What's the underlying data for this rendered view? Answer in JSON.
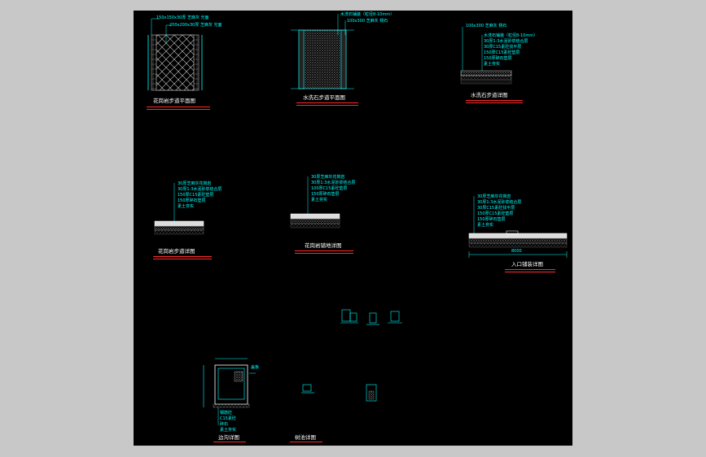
{
  "colors": {
    "background": "#000000",
    "page_border": "#c8c8c8",
    "linework": "#00ffff",
    "text": "#ffffff",
    "title_underline": "#ff2a2a",
    "hatch": "#d0d0d0"
  },
  "panel_a": {
    "title": "花岗岩步道平面图",
    "notes": [
      "150x150x30厚 芝麻灰 光面",
      "200x200x30厚 芝麻灰 光面"
    ]
  },
  "panel_b": {
    "title": "水洗石步道平面图",
    "notes": [
      "水洗石铺装（粒径8-10mm）",
      "100x300 芝麻灰 侧石"
    ]
  },
  "panel_c": {
    "title": "水洗石步道详图",
    "notes": [
      "100x300 芝麻灰 侧石",
      "水洗石铺装（粒径8-10mm）",
      "30厚1:3水泥砂浆结合层",
      "30厚C15素砼找平层",
      "150厚C15素砼垫层",
      "150厚碎石垫层",
      "素土夯实"
    ]
  },
  "panel_d": {
    "title": "花岗岩步道详图",
    "notes": [
      "30厚芝麻灰花岗岩",
      "30厚1:3水泥砂浆结合层",
      "150厚C15素砼垫层",
      "150厚碎石垫层",
      "素土夯实"
    ]
  },
  "panel_e": {
    "title": "花岗岩铺地详图",
    "notes": [
      "30厚芝麻灰花岗岩",
      "30厚1:3水泥砂浆结合层",
      "100厚C15素砼垫层",
      "150厚碎石垫层",
      "素土夯实"
    ]
  },
  "panel_f": {
    "title": "入口铺装详图",
    "dimension": "8000",
    "notes": [
      "30厚芝麻灰花岗岩",
      "30厚1:3水泥砂浆结合层",
      "30厚C15素砼找平层",
      "150厚C15素砼垫层",
      "150厚碎石垫层",
      "素土夯实"
    ]
  },
  "panel_g": {
    "title": "边沟详图",
    "notes": [
      "盖板",
      "钢筋砼",
      "C15素砼",
      "碎石",
      "素土夯实"
    ]
  },
  "panel_h": {
    "title": "树池详图"
  }
}
